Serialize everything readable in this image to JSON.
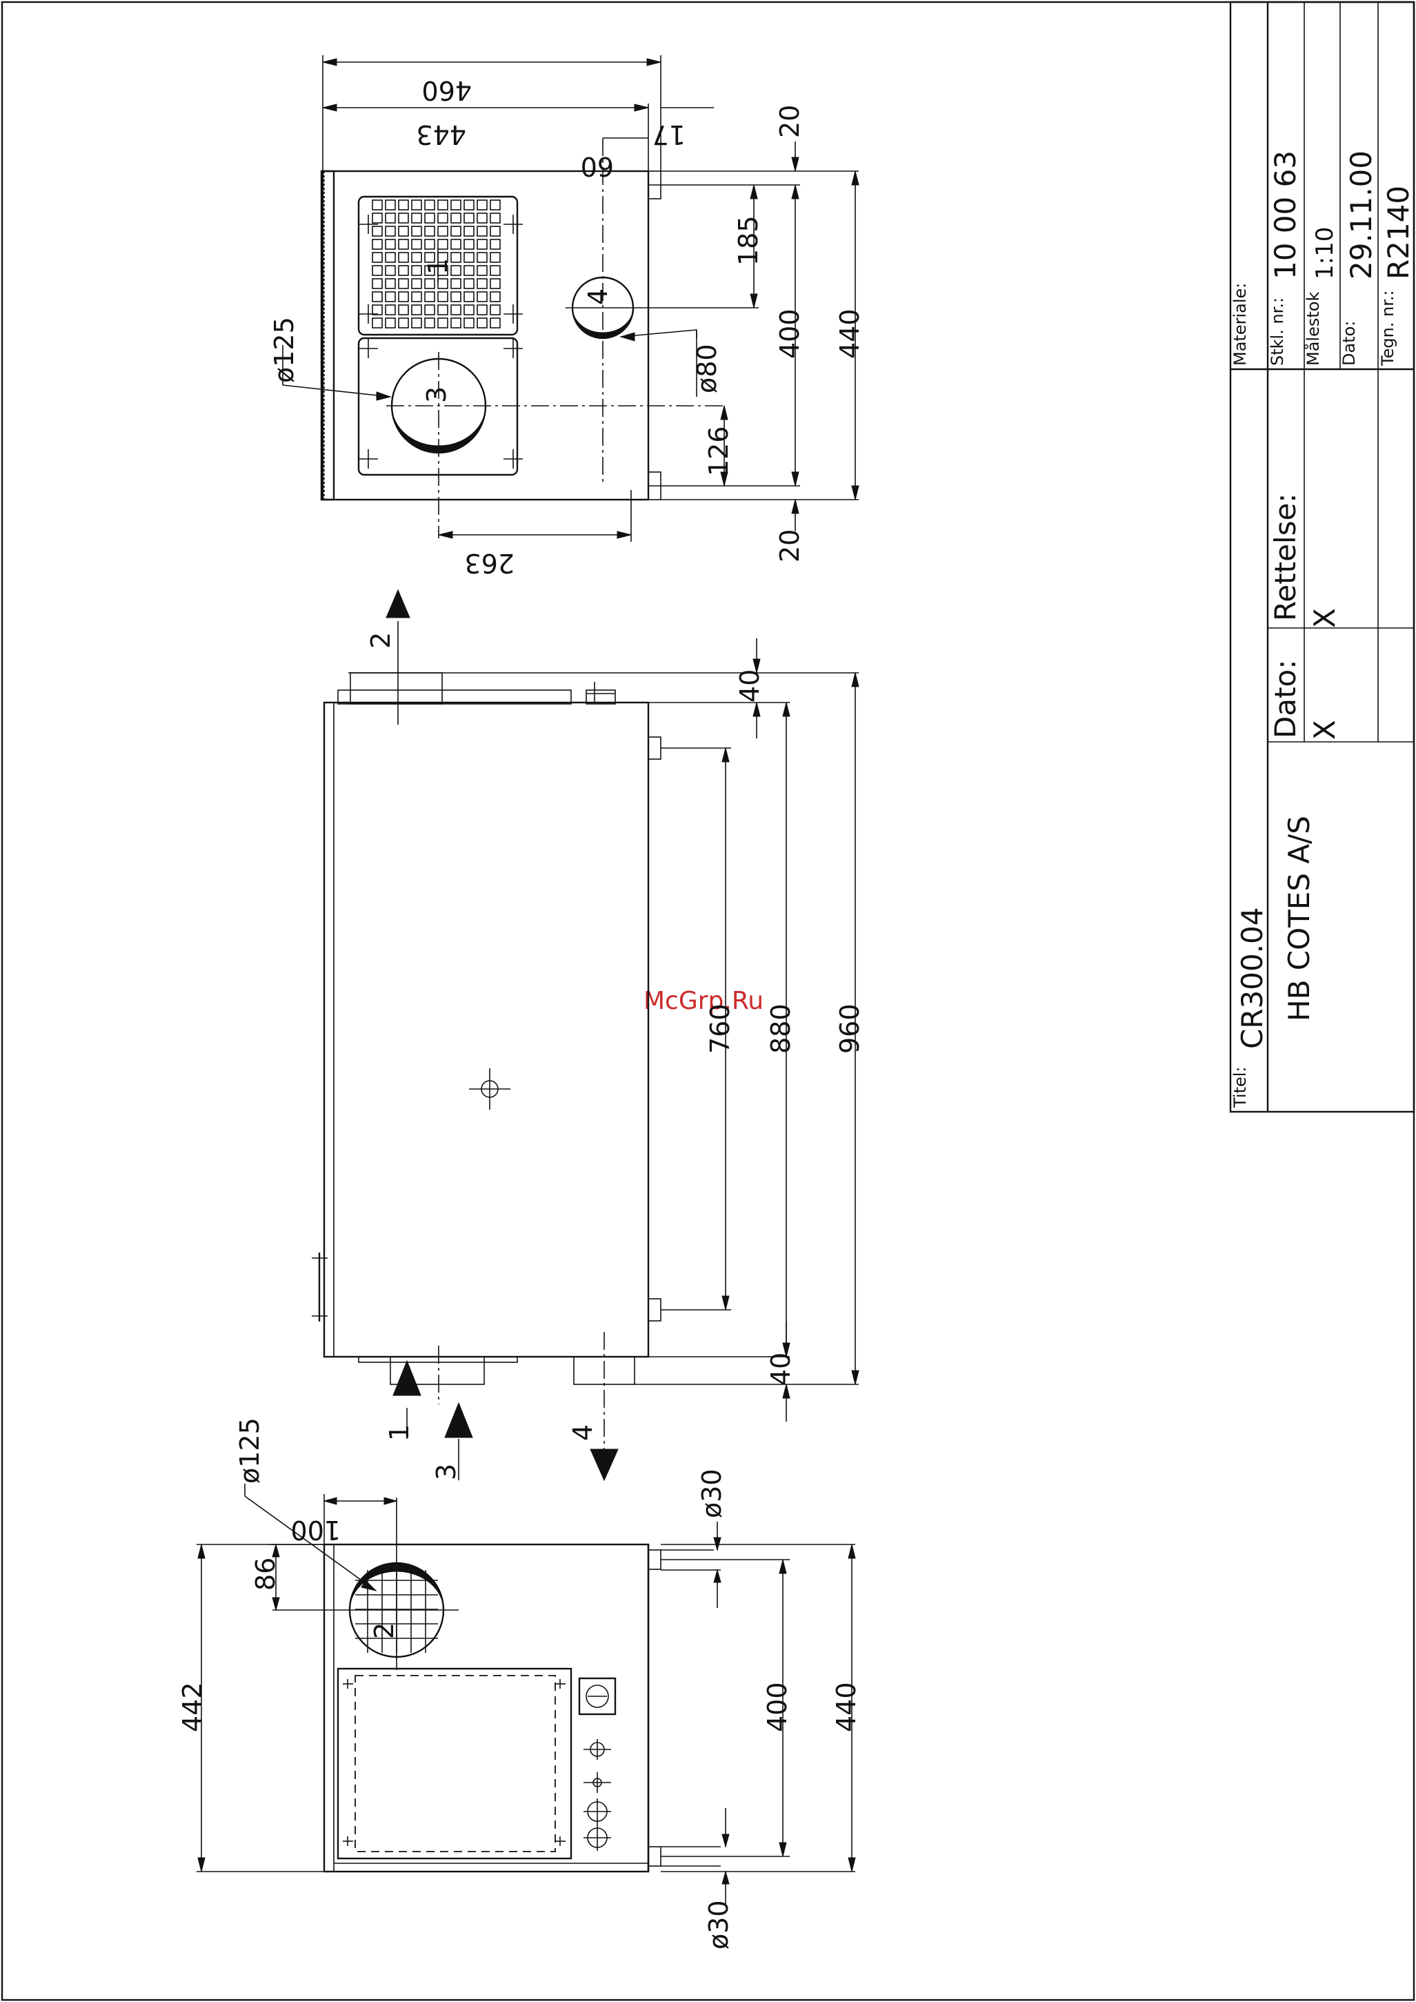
{
  "title_block": {
    "materiale_label": "Materiale:",
    "stkl_label": "Stkl. nr.:",
    "stkl_value": "10 00 63",
    "malestok_label": "Målestok",
    "malestok_value": "1:10",
    "dato_label": "Dato:",
    "dato_value": "29.11.00",
    "tegn_label": "Tegn. nr.:",
    "tegn_value": "R2140",
    "rettelse_label": "Rettelse:",
    "rettelse_value": "X",
    "dato2_label": "Dato:",
    "dato2_value": "X",
    "titel_label": "Titel:",
    "titel_value": "CR300.04",
    "company": "HB COTES A/S"
  },
  "watermark": "McGrp.Ru",
  "top_view": {
    "dims": [
      "460",
      "443",
      "17",
      "60",
      "20",
      "185",
      "400",
      "440",
      "ø125",
      "ø80",
      "126",
      "263",
      "20"
    ],
    "labels": [
      "1",
      "3",
      "4"
    ]
  },
  "side_view": {
    "dims": [
      "40",
      "760",
      "880",
      "960",
      "40"
    ],
    "arrows": [
      "2",
      "1",
      "3",
      "4"
    ]
  },
  "end_view": {
    "dims": [
      "ø125",
      "100",
      "86",
      "442",
      "ø30",
      "400",
      "440",
      "ø30"
    ],
    "labels": [
      "2"
    ]
  }
}
